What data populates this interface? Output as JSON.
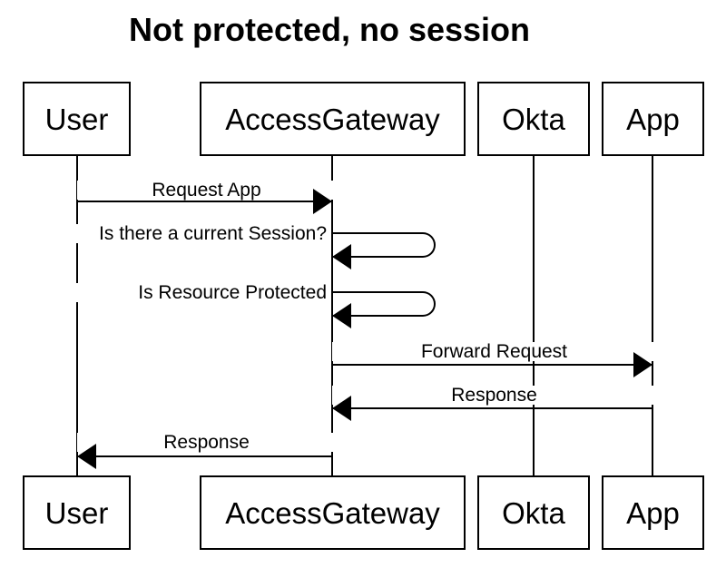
{
  "title": "Not protected, no session",
  "diagram_type": "sequence-diagram",
  "actors": [
    {
      "name": "User"
    },
    {
      "name": "AccessGateway"
    },
    {
      "name": "Okta"
    },
    {
      "name": "App"
    }
  ],
  "messages": [
    {
      "label": "Request App",
      "from": "User",
      "to": "AccessGateway",
      "kind": "solid-arrow"
    },
    {
      "label": "Is there a current Session?",
      "from": "AccessGateway",
      "to": "AccessGateway",
      "kind": "self-message"
    },
    {
      "label": "Is Resource Protected",
      "from": "AccessGateway",
      "to": "AccessGateway",
      "kind": "self-message"
    },
    {
      "label": "Forward Request",
      "from": "AccessGateway",
      "to": "App",
      "kind": "solid-arrow"
    },
    {
      "label": "Response",
      "from": "App",
      "to": "AccessGateway",
      "kind": "solid-arrow"
    },
    {
      "label": "Response",
      "from": "AccessGateway",
      "to": "User",
      "kind": "solid-arrow"
    }
  ],
  "colors": {
    "line": "#000000",
    "text": "#000000",
    "background": "#ffffff"
  }
}
